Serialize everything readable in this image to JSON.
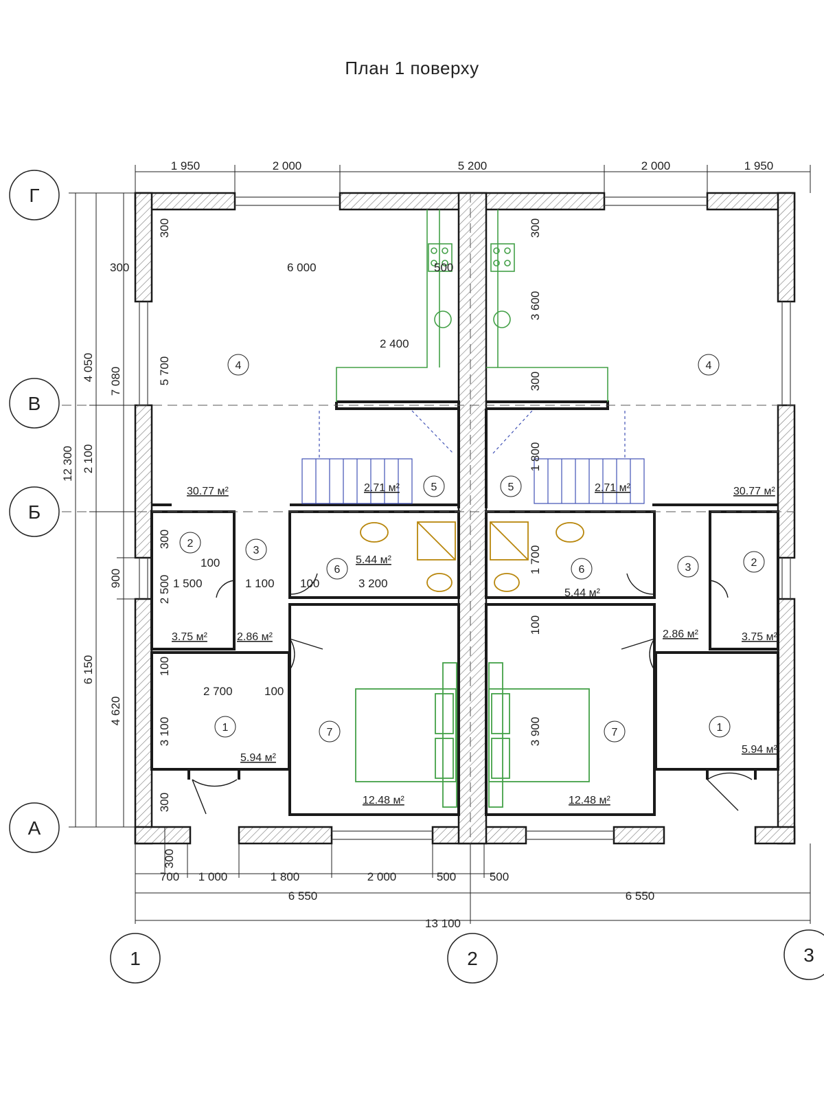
{
  "title": "План 1 поверху",
  "axes": {
    "columns": [
      "1",
      "2",
      "3"
    ],
    "rows": [
      "Г",
      "В",
      "Б",
      "А"
    ]
  },
  "dims": {
    "top": [
      "1 950",
      "2 000",
      "5 200",
      "2 000",
      "1 950"
    ],
    "bottom_detail": [
      "700",
      "1 000",
      "1 800",
      "2 000",
      "500",
      "500"
    ],
    "bottom_half_left": "6 550",
    "bottom_half_right": "6 550",
    "bottom_total": "13 100",
    "left_outer": "12 300",
    "left_mid": [
      "7 080",
      "6 150"
    ],
    "left_inner": [
      "4 050",
      "2 100",
      "900",
      "4 620"
    ],
    "left_bottom": "300"
  },
  "internal_dims": [
    "300",
    "300",
    "6 000",
    "500",
    "5 700",
    "2 400",
    "3 600",
    "300",
    "300",
    "1 800",
    "300",
    "100",
    "1 500",
    "1 100",
    "100",
    "3 200",
    "2 500",
    "1 700",
    "100",
    "100",
    "2 700",
    "100",
    "3 100",
    "3 900",
    "300"
  ],
  "rooms_left": [
    {
      "num": "1",
      "area": "5.94 м²"
    },
    {
      "num": "2",
      "area": "3.75 м²"
    },
    {
      "num": "3",
      "area": "2.86 м²"
    },
    {
      "num": "4",
      "area": "30.77 м²"
    },
    {
      "num": "5",
      "area": "2.71 м²"
    },
    {
      "num": "6",
      "area": "5.44 м²"
    },
    {
      "num": "7",
      "area": "12.48 м²"
    }
  ],
  "rooms_right": [
    {
      "num": "1",
      "area": "5.94 м²"
    },
    {
      "num": "2",
      "area": "3.75 м²"
    },
    {
      "num": "3",
      "area": "2.86 м²"
    },
    {
      "num": "4",
      "area": "30.77 м²"
    },
    {
      "num": "5",
      "area": "2.71 м²"
    },
    {
      "num": "6",
      "area": "5.44 м²"
    },
    {
      "num": "7",
      "area": "12.48 м²"
    }
  ],
  "colors": {
    "wall": "#1a1a1a",
    "furniture_green": "#43a047",
    "stairs_blue": "#3f51b5",
    "plumbing_tan": "#b8860b"
  }
}
